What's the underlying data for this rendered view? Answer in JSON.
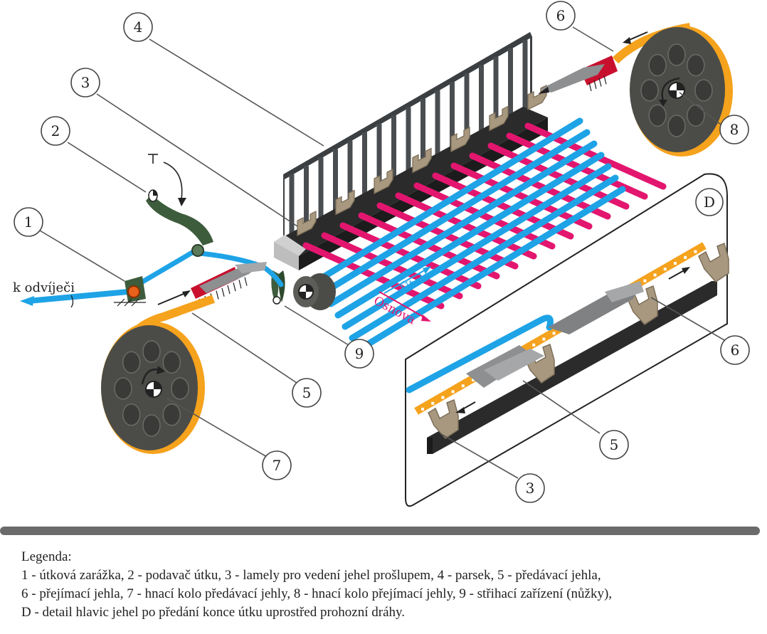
{
  "callouts": {
    "c1": "1",
    "c2": "2",
    "c3": "3",
    "c4": "4",
    "c5": "5",
    "c6": "6",
    "c7": "7",
    "c8": "8",
    "c9": "9",
    "d5": "5",
    "d6": "6",
    "d3": "3",
    "dD": "D"
  },
  "labels": {
    "k_odvijeci": "k odvíječi",
    "utek": "Útek",
    "osnova": "Osnova"
  },
  "colors": {
    "weft": "#1ea3e6",
    "warp": "#e3166f",
    "tape": "#f5a21d",
    "reed": "#4a4d50",
    "wheel": "#4b4c48",
    "lamella": "#a8987f",
    "feeder": "#3d5c3c",
    "needle_head": "#c8102e"
  },
  "legend": {
    "title": "Legenda:",
    "line1": "1 - útková zarážka, 2 - podavač útku, 3 - lamely pro vedení jehel prošlupem, 4 - parsek, 5 - předávací jehla,",
    "line2": "6 - přejímací jehla, 7 - hnací kolo předávací jehly, 8 - hnací kolo přejímací jehly, 9 - střihací zařízení (nůžky),",
    "line3": "D - detail hlavic jehel po předání konce útku uprostřed prohozní dráhy."
  }
}
